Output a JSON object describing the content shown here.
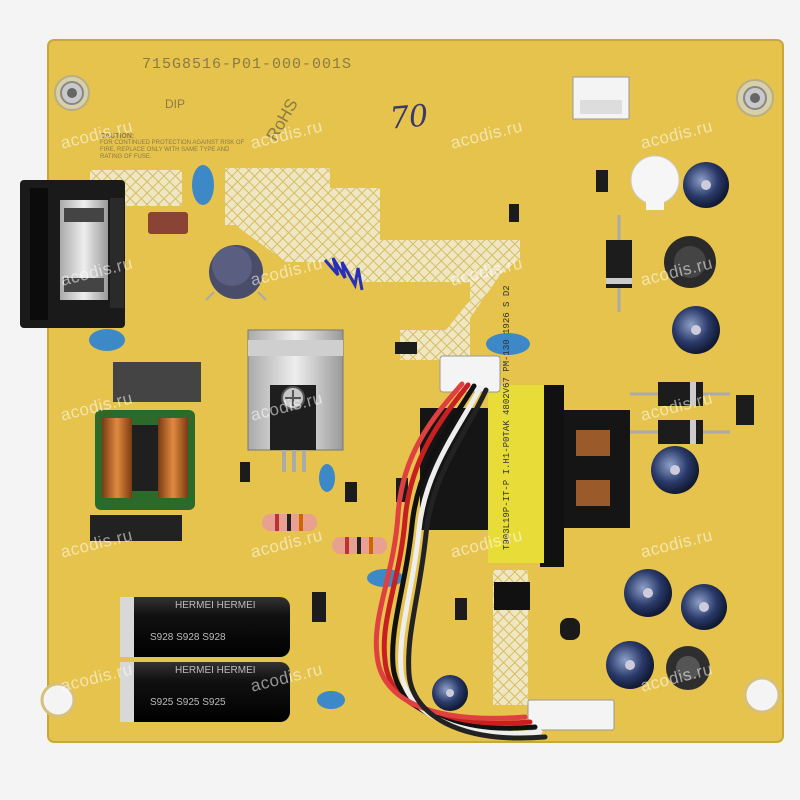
{
  "board": {
    "part_number": "715G8516-P01-000-001S",
    "handwritten_mark": "70",
    "rohs_mark": "RoHS",
    "dip_mark": "DIP",
    "caution_title": "CAUTION:",
    "caution_text": "FOR CONTINUED PROTECTION AGAINST RISK OF FIRE, REPLACE ONLY WITH SAME TYPE AND RATING OF FUSE.",
    "colors": {
      "pcb": "#e6c34c",
      "silk_hatch": "#f2ecd6",
      "background": "#f4f4f4"
    }
  },
  "transformer_label": "T903L19P-IT-P I.H1-P0TAK 4802V67 PM-130 1926 S D2",
  "capacitor_labels": {
    "left_cap_top": "HERMEI  HERMEI",
    "left_cap_bottom": "S925  S925  S925",
    "left_cap_top_code": "S928  S928  S928",
    "left_cap_bottom_brand": "HERMEI  HERMEI"
  },
  "watermarks": [
    "acodis.ru",
    "acodis.ru",
    "acodis.ru",
    "acodis.ru",
    "acodis.ru",
    "acodis.ru",
    "acodis.ru",
    "acodis.ru",
    "acodis.ru",
    "acodis.ru",
    "acodis.ru",
    "acodis.ru",
    "acodis.ru",
    "acodis.ru",
    "acodis.ru",
    "acodis.ru",
    "acodis.ru",
    "acodis.ru"
  ]
}
